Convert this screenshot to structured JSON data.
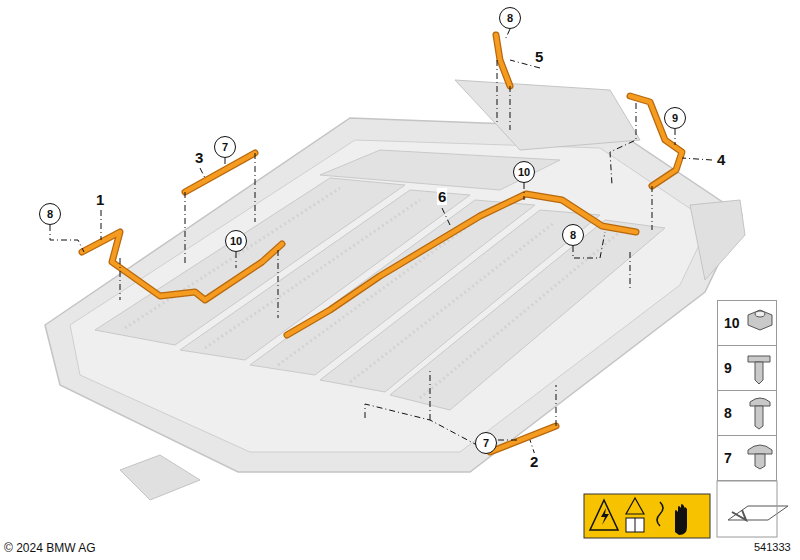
{
  "diagram": {
    "nodes": [
      {
        "text": [
          "8"
        ]
      },
      {
        "text": [
          "9"
        ]
      },
      {
        "text": [
          "7"
        ]
      },
      {
        "text": [
          "10"
        ]
      },
      {
        "text": [
          "8"
        ]
      },
      {
        "text": [
          "8"
        ]
      },
      {
        "text": [
          "10"
        ]
      },
      {
        "text": [
          "7"
        ]
      },
      {
        "text": [
          "10"
        ]
      },
      {
        "text": [
          "9"
        ]
      },
      {
        "text": [
          "8"
        ]
      },
      {
        "text": [
          "7"
        ]
      }
    ],
    "edges": [],
    "labels": [
      "5",
      "3",
      "4",
      "6",
      "1",
      "2",
      "© 2024 BMW AG",
      "541333"
    ]
  }
}
